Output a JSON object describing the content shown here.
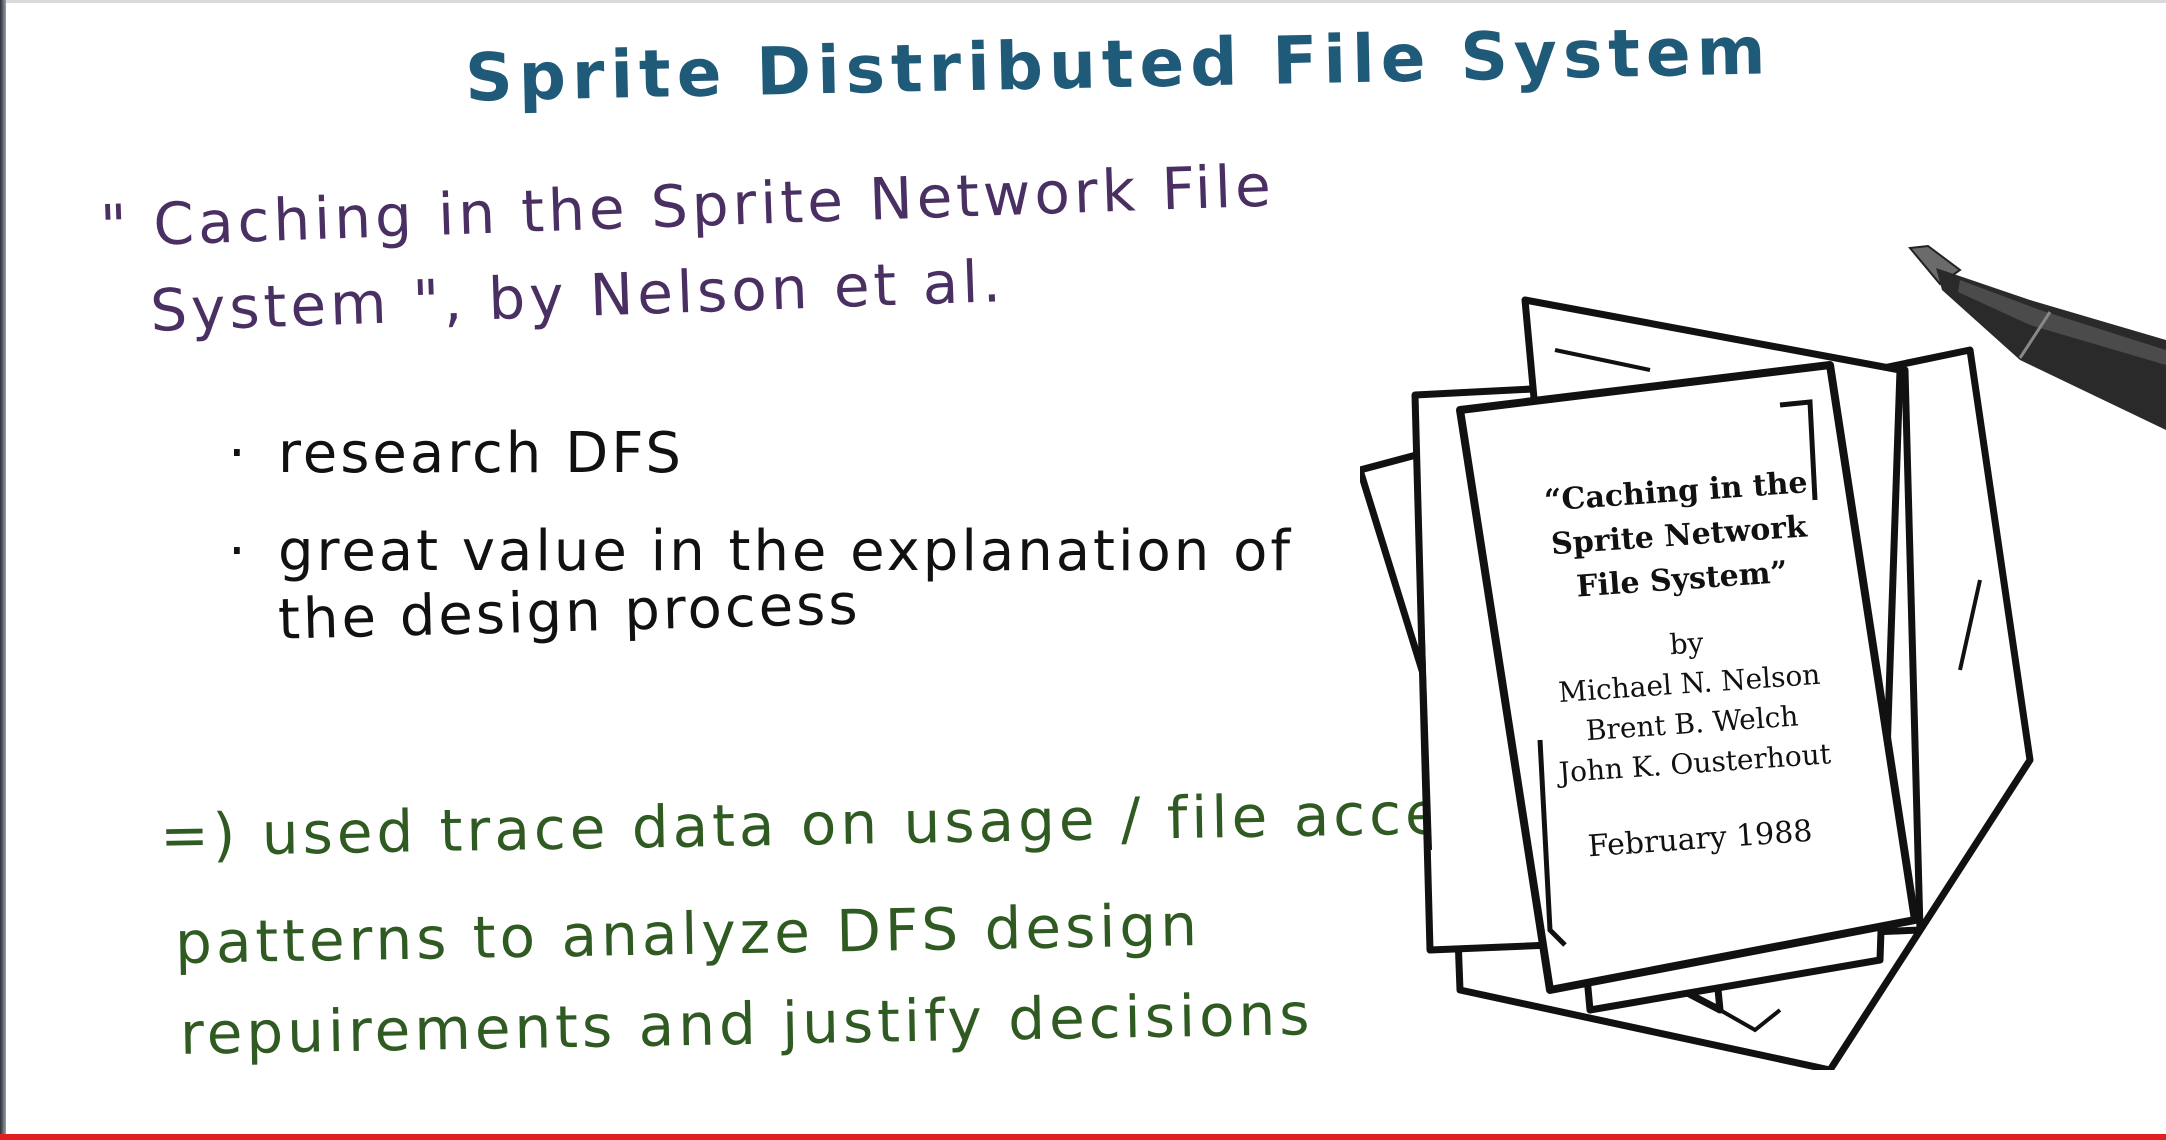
{
  "colors": {
    "title": "#1f5a78",
    "reference": "#4a2f63",
    "bullets": "#111111",
    "conclusion": "#2f5a22",
    "progress": "#e02020"
  },
  "title": "Sprite Distributed File System",
  "reference": {
    "line1": "\" Caching in the Sprite Network File",
    "line2": "System \", by Nelson et al."
  },
  "bullets": [
    "research DFS",
    "great value in the explanation of"
  ],
  "bullet_continuation": "the design process",
  "conclusion": {
    "line1": "=) used trace data on usage / file access",
    "line2": "patterns to analyze DFS design",
    "line3": "repuirements and justify decisions"
  },
  "paper": {
    "title_line1": "“Caching in the",
    "title_line2": "Sprite Network",
    "title_line3": "File System”",
    "by": "by",
    "authors": [
      "Michael N. Nelson",
      "Brent B. Welch",
      "John K. Ousterhout"
    ],
    "date": "February 1988"
  },
  "icons": {
    "pen": "pen-icon"
  },
  "progress": {
    "fraction": 1.0
  }
}
